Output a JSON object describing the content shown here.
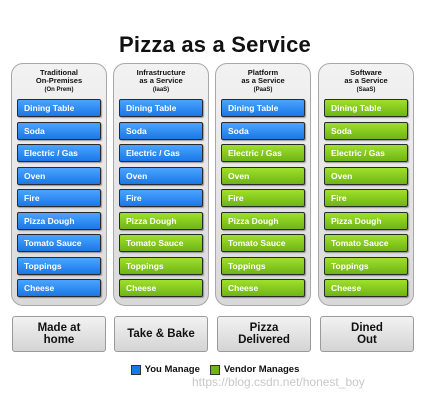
{
  "title": "Pizza as a Service",
  "colors": {
    "you_manage": "#1a78e6",
    "vendor_manages": "#6fb417"
  },
  "columns": [
    {
      "title": "Traditional\nOn-Premises",
      "subtitle": "(On Prem)",
      "footer": "Made at\nhome",
      "items": [
        {
          "label": "Dining Table",
          "managed_by": "you"
        },
        {
          "label": "Soda",
          "managed_by": "you"
        },
        {
          "label": "Electric / Gas",
          "managed_by": "you"
        },
        {
          "label": "Oven",
          "managed_by": "you"
        },
        {
          "label": "Fire",
          "managed_by": "you"
        },
        {
          "label": "Pizza Dough",
          "managed_by": "you"
        },
        {
          "label": "Tomato Sauce",
          "managed_by": "you"
        },
        {
          "label": "Toppings",
          "managed_by": "you"
        },
        {
          "label": "Cheese",
          "managed_by": "you"
        }
      ]
    },
    {
      "title": "Infrastructure\nas a Service",
      "subtitle": "(IaaS)",
      "footer": "Take & Bake",
      "items": [
        {
          "label": "Dining Table",
          "managed_by": "you"
        },
        {
          "label": "Soda",
          "managed_by": "you"
        },
        {
          "label": "Electric / Gas",
          "managed_by": "you"
        },
        {
          "label": "Oven",
          "managed_by": "you"
        },
        {
          "label": "Fire",
          "managed_by": "you"
        },
        {
          "label": "Pizza Dough",
          "managed_by": "vendor"
        },
        {
          "label": "Tomato Sauce",
          "managed_by": "vendor"
        },
        {
          "label": "Toppings",
          "managed_by": "vendor"
        },
        {
          "label": "Cheese",
          "managed_by": "vendor"
        }
      ]
    },
    {
      "title": "Platform\nas a Service",
      "subtitle": "(PaaS)",
      "footer": "Pizza\nDelivered",
      "items": [
        {
          "label": "Dining Table",
          "managed_by": "you"
        },
        {
          "label": "Soda",
          "managed_by": "you"
        },
        {
          "label": "Electric / Gas",
          "managed_by": "vendor"
        },
        {
          "label": "Oven",
          "managed_by": "vendor"
        },
        {
          "label": "Fire",
          "managed_by": "vendor"
        },
        {
          "label": "Pizza Dough",
          "managed_by": "vendor"
        },
        {
          "label": "Tomato Sauce",
          "managed_by": "vendor"
        },
        {
          "label": "Toppings",
          "managed_by": "vendor"
        },
        {
          "label": "Cheese",
          "managed_by": "vendor"
        }
      ]
    },
    {
      "title": "Software\nas a Service",
      "subtitle": "(SaaS)",
      "footer": "Dined\nOut",
      "items": [
        {
          "label": "Dining Table",
          "managed_by": "vendor"
        },
        {
          "label": "Soda",
          "managed_by": "vendor"
        },
        {
          "label": "Electric / Gas",
          "managed_by": "vendor"
        },
        {
          "label": "Oven",
          "managed_by": "vendor"
        },
        {
          "label": "Fire",
          "managed_by": "vendor"
        },
        {
          "label": "Pizza Dough",
          "managed_by": "vendor"
        },
        {
          "label": "Tomato Sauce",
          "managed_by": "vendor"
        },
        {
          "label": "Toppings",
          "managed_by": "vendor"
        },
        {
          "label": "Cheese",
          "managed_by": "vendor"
        }
      ]
    }
  ],
  "legend": {
    "you_manage": "You Manage",
    "vendor_manages": "Vendor Manages"
  },
  "watermark": "https://blog.csdn.net/honest_boy"
}
